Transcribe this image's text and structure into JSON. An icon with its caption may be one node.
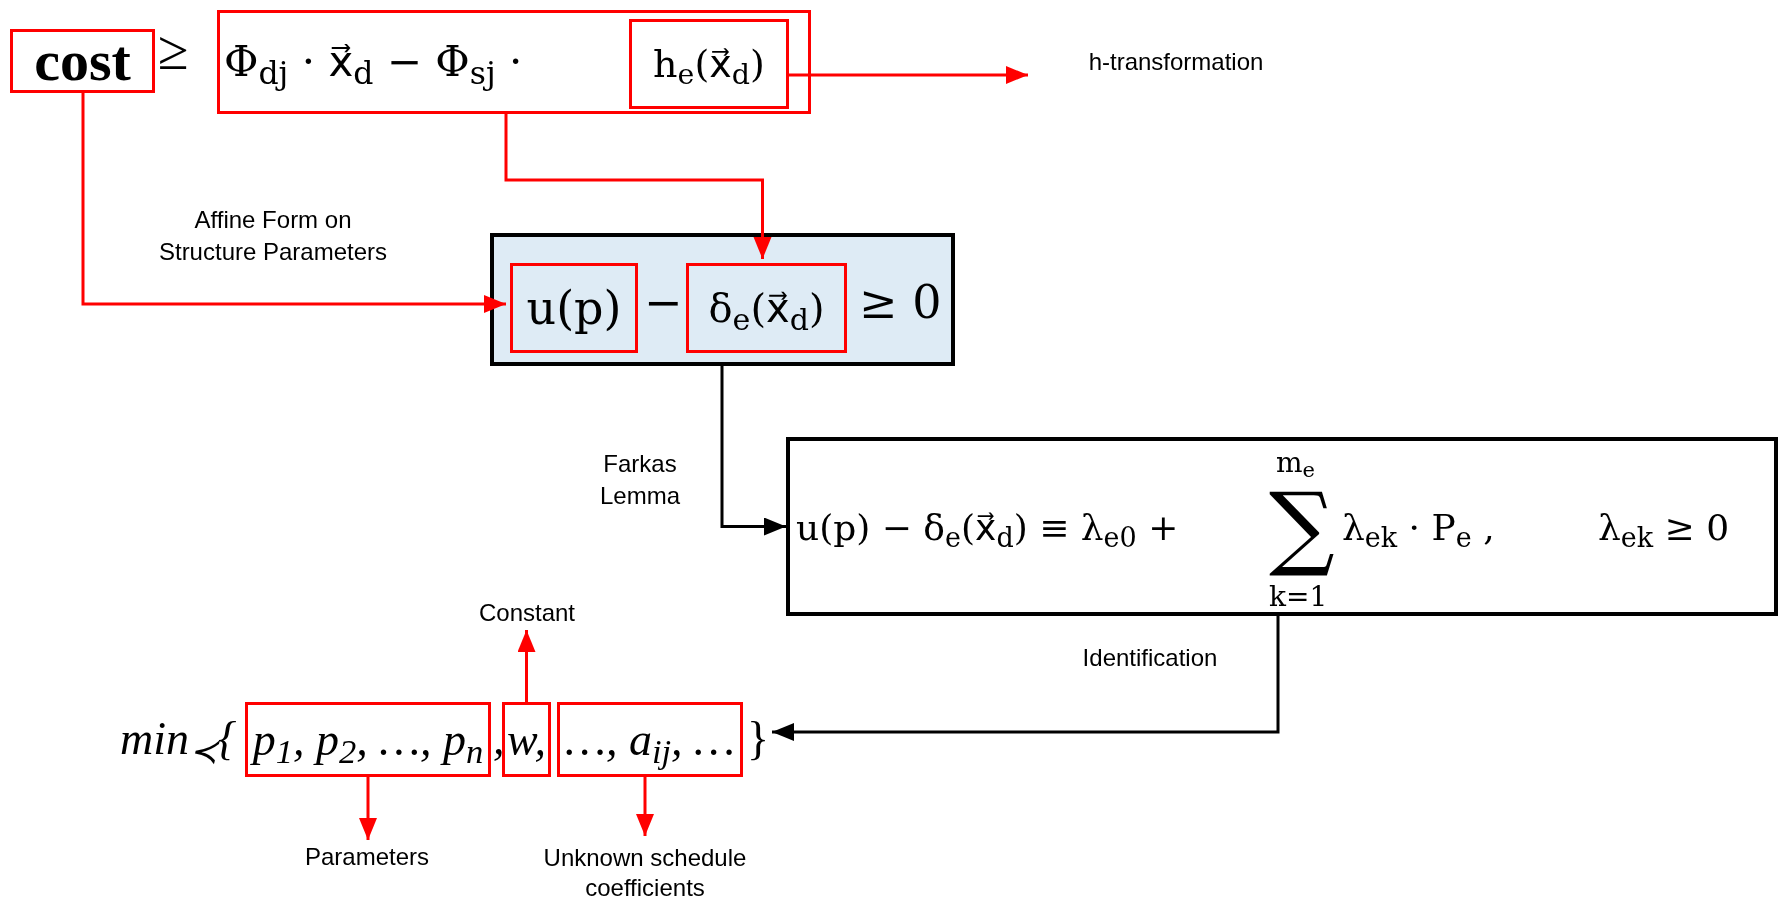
{
  "diagram": {
    "nodes": [
      {
        "text": [
          "cost"
        ]
      },
      {
        "text": [
          "Φ$_{dj}$ · x⃗$_{d}$ − Φ$_{sj}$ ·"
        ]
      },
      {
        "text": [
          "h$_{e}$(x⃗$_{d}$)"
        ],
        "in": 1
      },
      {
        "text": [
          "h-transformation"
        ]
      },
      {
        "text": [
          "−",
          "≥ 0"
        ]
      },
      {
        "text": [
          "u(p)"
        ],
        "in": 4
      },
      {
        "text": [
          "δ$_{e}$(x⃗$_{d}$)"
        ],
        "in": 4
      },
      {
        "text": [
          "u(p) − δ$_{e}$(x⃗$_{d}$) ≡ λ$_{e0}$ +",
          "m$_{e}$",
          "∑",
          "k=1",
          "λ$_{ek}$ · P$_{e}$ ,",
          "λ$_{ek}$ ≥ 0"
        ]
      },
      {
        "text": [
          "min$_{≺}${",
          ",",
          "}"
        ]
      },
      {
        "text": [
          "p$_{1}$, p$_{2}$, …, p$_{n}$"
        ],
        "in": 8
      },
      {
        "text": [
          "w,"
        ],
        "in": 8
      },
      {
        "text": [
          "…, a$_{ij}$, …"
        ],
        "in": 8
      },
      {
        "text": [
          "Constant"
        ]
      },
      {
        "text": [
          "Parameters"
        ]
      },
      {
        "text": [
          "Unknown schedule coefficients"
        ]
      }
    ],
    "edges": [
      {
        "from": 2,
        "to": 3,
        "arrow": "to"
      },
      {
        "from": 0,
        "to": 5,
        "arrow": "to",
        "label": "Affine Form on Structure Parameters"
      },
      {
        "from": 1,
        "to": 6,
        "arrow": "to"
      },
      {
        "from": 4,
        "to": 7,
        "arrow": "to",
        "label": "Farkas Lemma",
        "color": "#000000"
      },
      {
        "from": 7,
        "to": 8,
        "arrow": "to",
        "label": "Identification",
        "color": "#000000"
      },
      {
        "from": 10,
        "to": 12,
        "arrow": "to"
      },
      {
        "from": 9,
        "to": 13,
        "arrow": "to"
      },
      {
        "from": 11,
        "to": 14,
        "arrow": "to"
      }
    ],
    "labels": [
      "≥"
    ]
  }
}
